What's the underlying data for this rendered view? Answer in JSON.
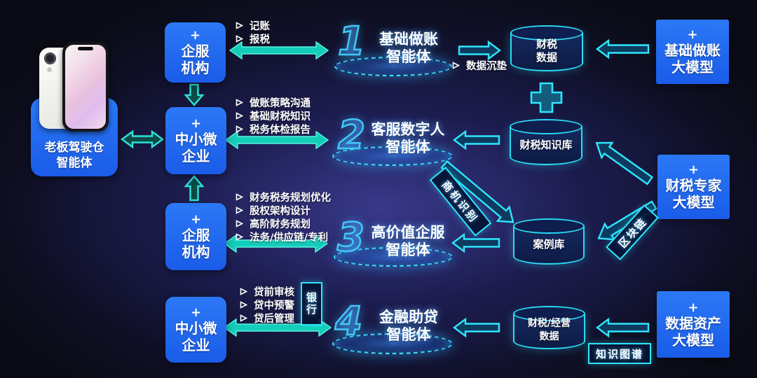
{
  "phone_box": {
    "line1": "老板驾驶仓",
    "line2": "智能体"
  },
  "org_boxes": [
    {
      "plus": "+",
      "line1": "企服",
      "line2": "机构"
    },
    {
      "plus": "+",
      "line1": "中小微",
      "line2": "企业"
    },
    {
      "plus": "+",
      "line1": "企服",
      "line2": "机构"
    },
    {
      "plus": "+",
      "line1": "中小微",
      "line2": "企业"
    }
  ],
  "agents": [
    {
      "number": "1",
      "line1": "基础做账",
      "line2": "智能体"
    },
    {
      "number": "2",
      "line1": "客服数字人",
      "line2": "智能体"
    },
    {
      "number": "3",
      "line1": "高价值企服",
      "line2": "智能体"
    },
    {
      "number": "4",
      "line1": "金融助贷",
      "line2": "智能体"
    }
  ],
  "bullets": {
    "row1": [
      "记账",
      "报税"
    ],
    "row2": [
      "做账策略沟通",
      "基础财税知识",
      "税务体检报告"
    ],
    "row3": [
      "财务税务规划优化",
      "股权架构设计",
      "高阶财务规划",
      "法务/供应链/专利"
    ],
    "row4": [
      "贷前审核",
      "贷中预警",
      "贷后管理"
    ],
    "data_note": "数据沉垫"
  },
  "databases": [
    {
      "line1": "财税",
      "line2": "数据"
    },
    {
      "line1": "财税知识库",
      "line2": ""
    },
    {
      "line1": "案例库",
      "line2": ""
    },
    {
      "line1": "财税/经营",
      "line2": "数据"
    }
  ],
  "models": [
    {
      "plus": "+",
      "line1": "基础做账",
      "line2": "大模型"
    },
    {
      "plus": "+",
      "line1": "财税专家",
      "line2": "大模型"
    },
    {
      "plus": "+",
      "line1": "数据资产",
      "line2": "大模型"
    }
  ],
  "tags": {
    "business_opportunity": "商机识别",
    "blockchain": "区块链",
    "bank": "银行",
    "knowledge_graph": "知识图谱"
  },
  "colors": {
    "box_blue": "#1d66f0",
    "cyan": "#2ee6ff",
    "teal": "#14cdb9",
    "db_fill": "#16295f",
    "bg_center": "#1e1f55",
    "bg_edge": "#0a0b15"
  }
}
